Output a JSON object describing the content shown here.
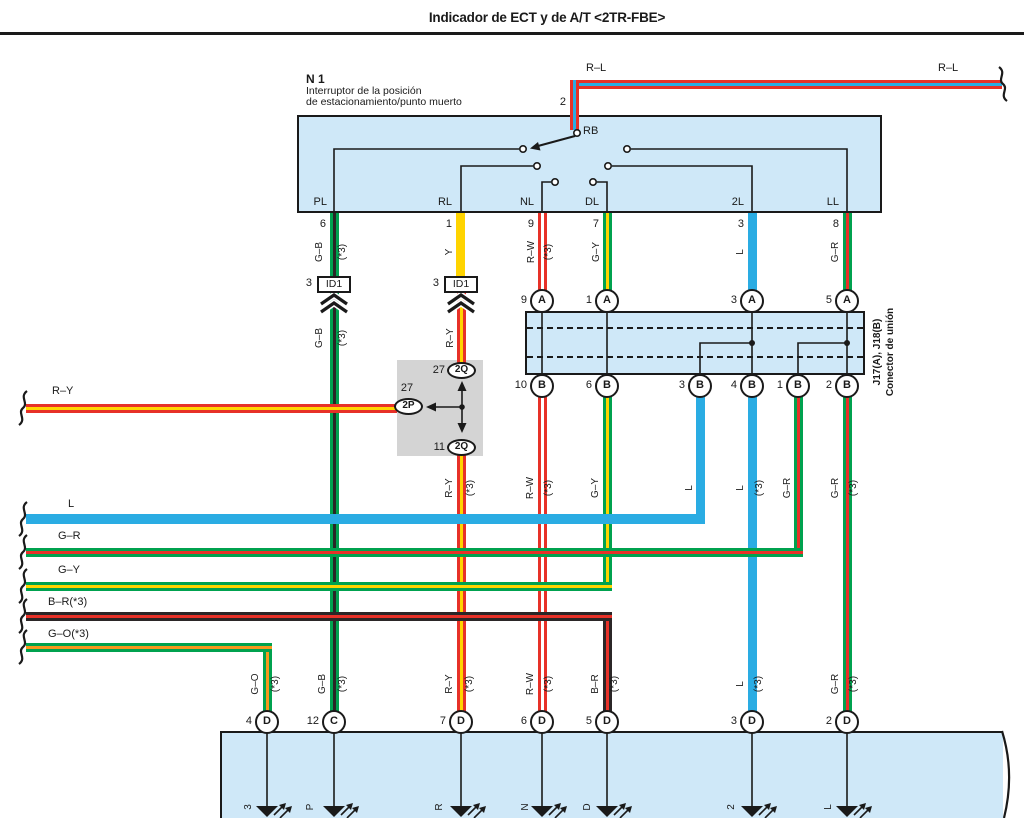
{
  "title": "Indicador de ECT y de A/T <2TR-FBE>",
  "n1": {
    "code": "N 1",
    "desc1": "Interruptor de la posición",
    "desc2": "de estacionamiento/punto muerto",
    "rb": "RB",
    "pin_top": "2",
    "terminals": [
      "PL",
      "RL",
      "NL",
      "DL",
      "2L",
      "LL"
    ],
    "pins": [
      "6",
      "1",
      "9",
      "7",
      "3",
      "8"
    ]
  },
  "top_wire": {
    "label_a": "R–L",
    "label_b": "R–L"
  },
  "id1": {
    "pin": "3",
    "label": "ID1"
  },
  "gray_box": {
    "pin_q_top": "27",
    "q_top": "2Q",
    "pin_p": "27",
    "p": "2P",
    "pin_q_bottom": "11",
    "q_bottom": "2Q"
  },
  "junction": {
    "title_line1": "J17(A), J18(B)",
    "title_line2": "Conector de unión",
    "top_pins": [
      "9",
      "1",
      "3",
      "5"
    ],
    "top_letters": [
      "A",
      "A",
      "A",
      "A"
    ],
    "bottom_pins": [
      "10",
      "6",
      "3",
      "4",
      "1",
      "2"
    ],
    "bottom_letters": [
      "B",
      "B",
      "B",
      "B",
      "B",
      "B"
    ]
  },
  "left_wires": [
    "R–Y",
    "L",
    "G–R",
    "G–Y",
    "B–R(*3)",
    "G–O(*3)"
  ],
  "labels": {
    "row1": [
      "G–B",
      "(*3)",
      "Y",
      "R–W",
      "(*3)",
      "G–Y",
      "L",
      "G–R"
    ],
    "row2": [
      "G–B",
      "(*3)",
      "R–Y"
    ],
    "row3": [
      "R–Y",
      "(*3)",
      "R–W",
      "(*3)",
      "G–Y",
      "L",
      "L",
      "(*3)",
      "G–R",
      "G–R",
      "(*3)"
    ],
    "row4": [
      "G–O",
      "(*3)",
      "G–B",
      "(*3)",
      "R–Y",
      "(*3)",
      "R–W",
      "(*3)",
      "B–R",
      "(*3)",
      "L",
      "(*3)",
      "G–R",
      "(*3)"
    ]
  },
  "bottom": {
    "pins": [
      "4",
      "12",
      "7",
      "6",
      "5",
      "3",
      "2"
    ],
    "letters": [
      "D",
      "C",
      "D",
      "D",
      "D",
      "D",
      "D"
    ],
    "leds": [
      "3",
      "P",
      "R",
      "N",
      "D",
      "2",
      "L"
    ]
  },
  "colors": {
    "wire_red": "#e73128",
    "wire_yellow": "#ffd400",
    "wire_green": "#00a24f",
    "wire_blue": "#2aace3",
    "wire_orange": "#f8981d",
    "wire_black": "#2b2627",
    "wire_white": "#ffffff",
    "box_fill": "#cfe8f8",
    "gray_fill": "#d4d4d4",
    "line": "#1a1a1a"
  }
}
